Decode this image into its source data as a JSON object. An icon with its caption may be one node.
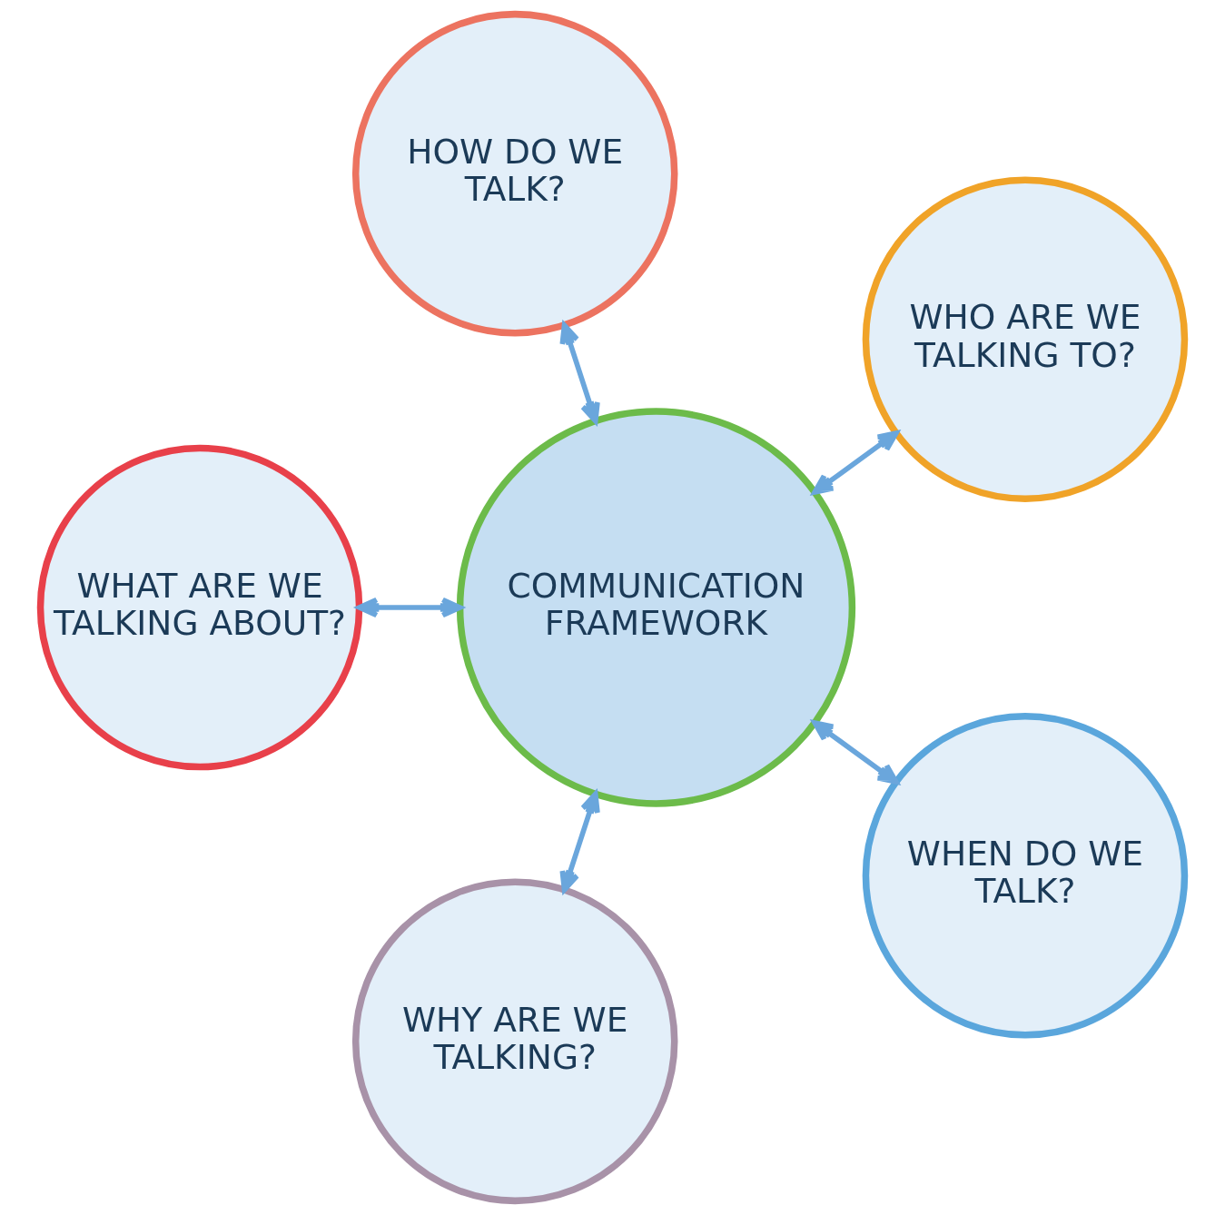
{
  "diagram": {
    "nodes": [
      {
        "text": [
          "WHO ARE WE TALKING TO?"
        ]
      },
      {
        "text": [
          "HOW DO WE TALK?"
        ]
      },
      {
        "text": [
          "WHAT ARE WE TALKING ABOUT?"
        ]
      },
      {
        "text": [
          "COMMUNICATION FRAMEWORK"
        ]
      },
      {
        "text": [
          "WHY ARE WE TALKING?"
        ]
      },
      {
        "text": [
          "WHEN DO WE TALK?"
        ]
      }
    ],
    "edges": [
      {
        "from": 3,
        "to": 0,
        "arrow": "both"
      },
      {
        "from": 3,
        "to": 2,
        "arrow": "both"
      },
      {
        "from": 3,
        "to": 5,
        "arrow": "both"
      },
      {
        "from": 3,
        "to": 4,
        "arrow": "both"
      },
      {
        "from": 3,
        "to": 1,
        "arrow": "both"
      }
    ]
  }
}
